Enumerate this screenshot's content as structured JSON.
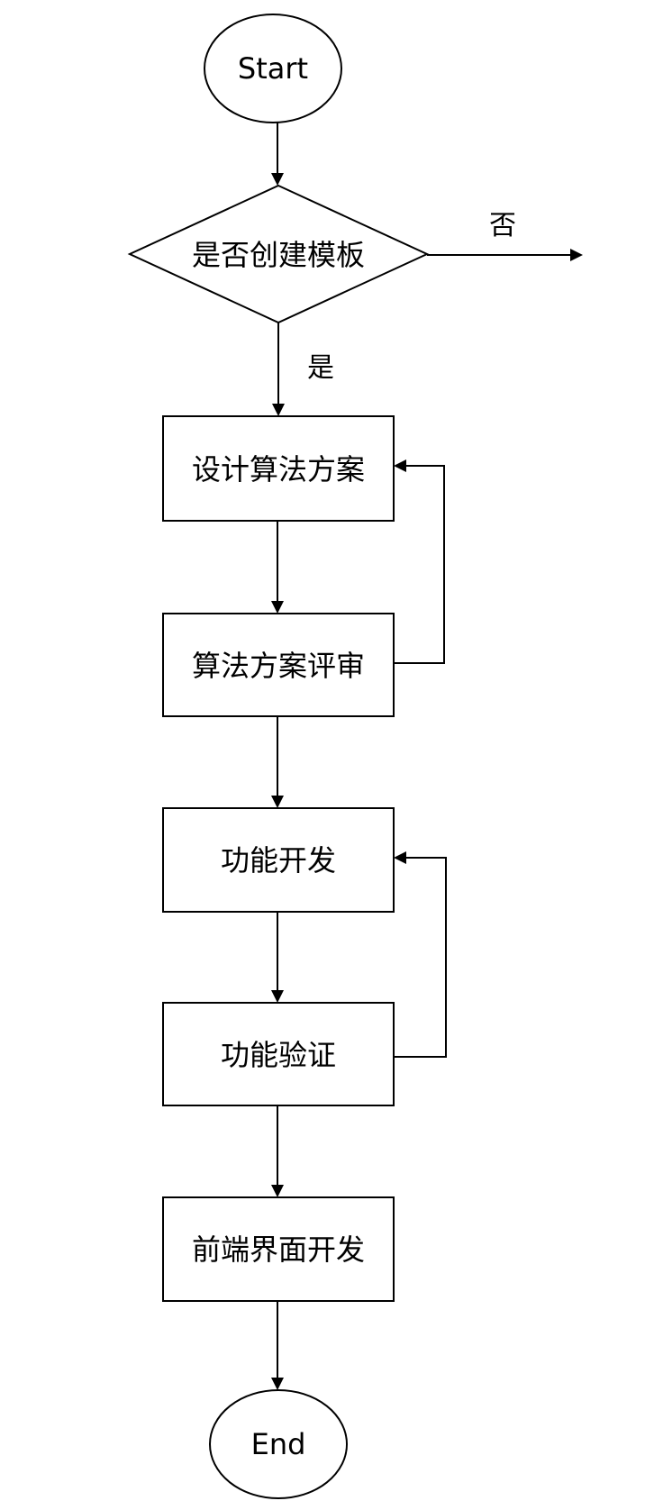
{
  "nodes": {
    "start": "Start",
    "decision": "是否创建模板",
    "design": "设计算法方案",
    "review": "算法方案评审",
    "develop": "功能开发",
    "verify": "功能验证",
    "frontend": "前端界面开发",
    "end": "End"
  },
  "edges": {
    "yes_label": "是",
    "no_label": "否"
  },
  "colors": {
    "stroke": "#000000",
    "background": "#ffffff"
  }
}
